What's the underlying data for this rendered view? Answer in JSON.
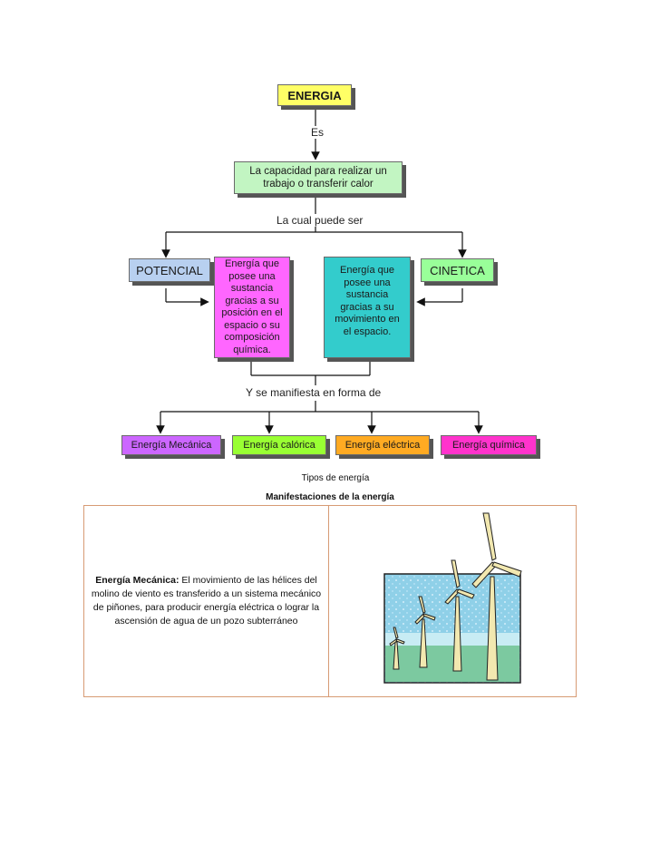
{
  "diagram": {
    "root": "ENERGIA",
    "link_es": "Es",
    "definition": "La capacidad para realizar un trabajo o  transferir calor",
    "link_cual": "La cual puede ser",
    "potencial": "POTENCIAL",
    "cinetica": "CINETICA",
    "potencial_desc": "Energía que posee una sustancia gracias a su posición en el espacio o su composición química.",
    "cinetica_desc": "Energía que posee una sustancia gracias a su movimiento en el espacio.",
    "link_manifiesta": "Y se manifiesta en forma de",
    "types": [
      "Energía Mecánica",
      "Energía calórica",
      "Energía eléctrica",
      "Energía química"
    ]
  },
  "captions": {
    "figure": "Tipos de energía",
    "table_title": "Manifestaciones de la energía"
  },
  "manifestation": {
    "term": "Energía Mecánica:",
    "text": " El movimiento de las hélices del molino de viento es transferido a un sistema mecánico de piñones, para producir energía eléctrica o lograr la ascensión de agua de un pozo subterráneo"
  },
  "colors": {
    "root": "#ffff66",
    "definition": "#c2f5c2",
    "potencial": "#b8d0f0",
    "potencial_desc": "#ff66ff",
    "cinetica_desc": "#33cccc",
    "cinetica": "#99ff99",
    "mecanica": "#cc66ff",
    "calorica": "#99ff33",
    "electrica": "#ffaa22",
    "quimica": "#ff33cc",
    "table_border": "#d79b74"
  },
  "icons": [
    "wind-turbine-illustration"
  ]
}
